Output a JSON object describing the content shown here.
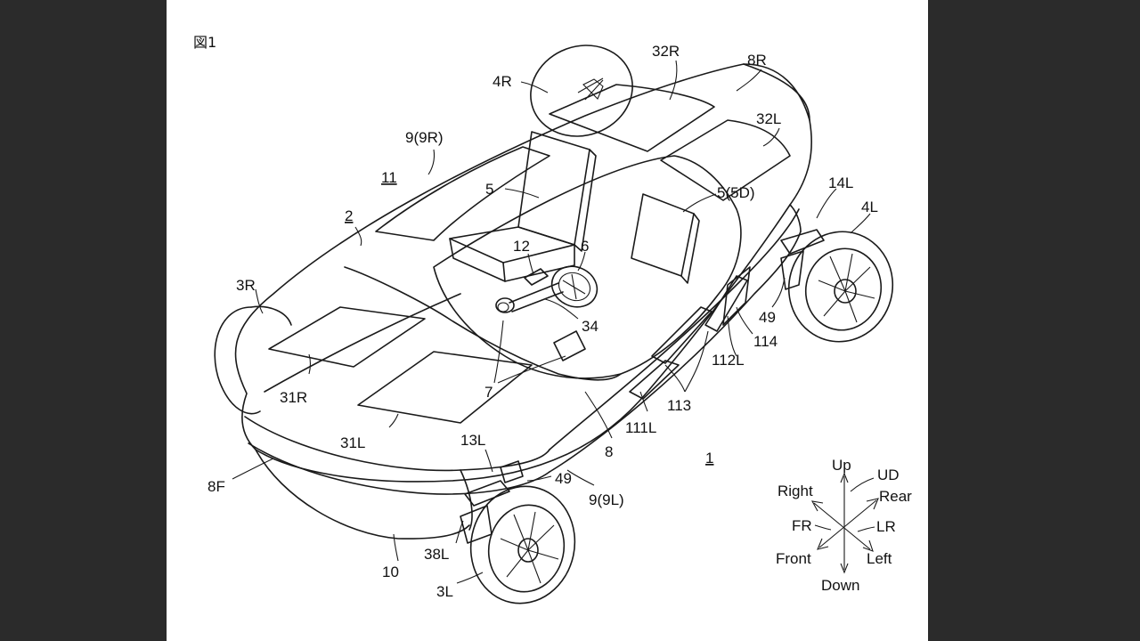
{
  "figure_label": "図1",
  "labels": {
    "l_4R": "4R",
    "l_32R": "32R",
    "l_8R": "8R",
    "l_9_9R": "9(9R)",
    "l_32L": "32L",
    "l_11": "11",
    "l_5": "5",
    "l_5_5D": "5(5D)",
    "l_14L": "14L",
    "l_4L": "4L",
    "l_2": "2",
    "l_12": "12",
    "l_6": "6",
    "l_3R": "3R",
    "l_34": "34",
    "l_49a": "49",
    "l_114": "114",
    "l_112L": "112L",
    "l_31R": "31R",
    "l_7": "7",
    "l_113": "113",
    "l_111L": "111L",
    "l_31L": "31L",
    "l_8": "8",
    "l_13L": "13L",
    "l_1": "1",
    "l_49b": "49",
    "l_8F": "8F",
    "l_9_9L": "9(9L)",
    "l_38L": "38L",
    "l_10": "10",
    "l_3L": "3L"
  },
  "direction_legend": {
    "up": "Up",
    "ud": "UD",
    "right": "Right",
    "rear": "Rear",
    "fr": "FR",
    "lr": "LR",
    "front": "Front",
    "left": "Left",
    "down": "Down"
  }
}
